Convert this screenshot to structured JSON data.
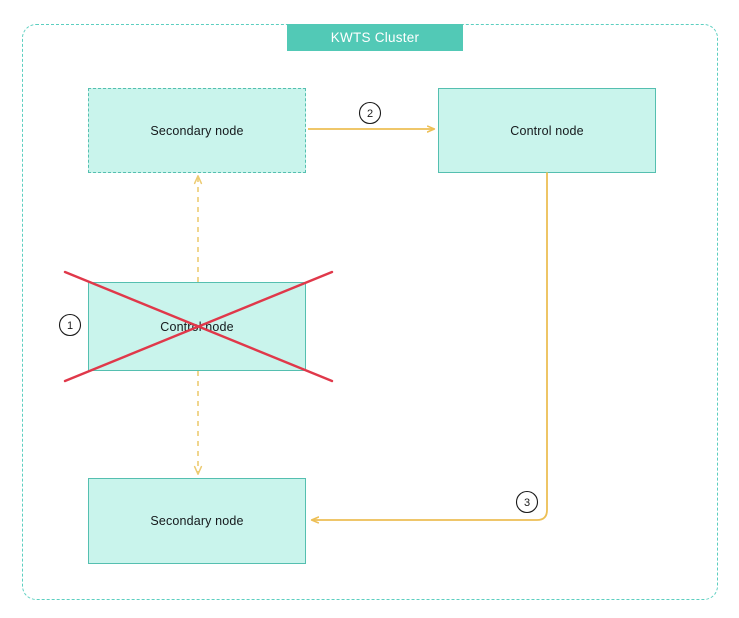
{
  "diagram": {
    "title": "KWTS Cluster",
    "title_bg": "#52c9b6",
    "container_border_color": "#5ccfc0",
    "node_fill": "#c9f4ec",
    "node_border": "#55bfb0",
    "connector_color": "#edbf55",
    "failure_mark_color": "#e0384a",
    "nodes": [
      {
        "id": "secondary-top",
        "label": "Secondary node",
        "border_style": "dashed",
        "state": "pending"
      },
      {
        "id": "control-top",
        "label": "Control node",
        "border_style": "solid",
        "state": "active"
      },
      {
        "id": "control-failed",
        "label": "Control node",
        "border_style": "solid",
        "state": "failed"
      },
      {
        "id": "secondary-bottom",
        "label": "Secondary node",
        "border_style": "solid",
        "state": "active"
      }
    ],
    "step_badges": [
      {
        "id": "step-1",
        "label": "1"
      },
      {
        "id": "step-2",
        "label": "2"
      },
      {
        "id": "step-3",
        "label": "3"
      }
    ],
    "connectors": [
      {
        "id": "promote-up",
        "style": "dashed",
        "from": "control-failed",
        "to": "secondary-top"
      },
      {
        "id": "demote-down",
        "style": "dashed",
        "from": "control-failed",
        "to": "secondary-bottom"
      },
      {
        "id": "elect-control",
        "style": "solid",
        "from": "secondary-top",
        "to": "control-top"
      },
      {
        "id": "sync-secondary",
        "style": "solid",
        "from": "control-top",
        "to": "secondary-bottom"
      }
    ]
  }
}
